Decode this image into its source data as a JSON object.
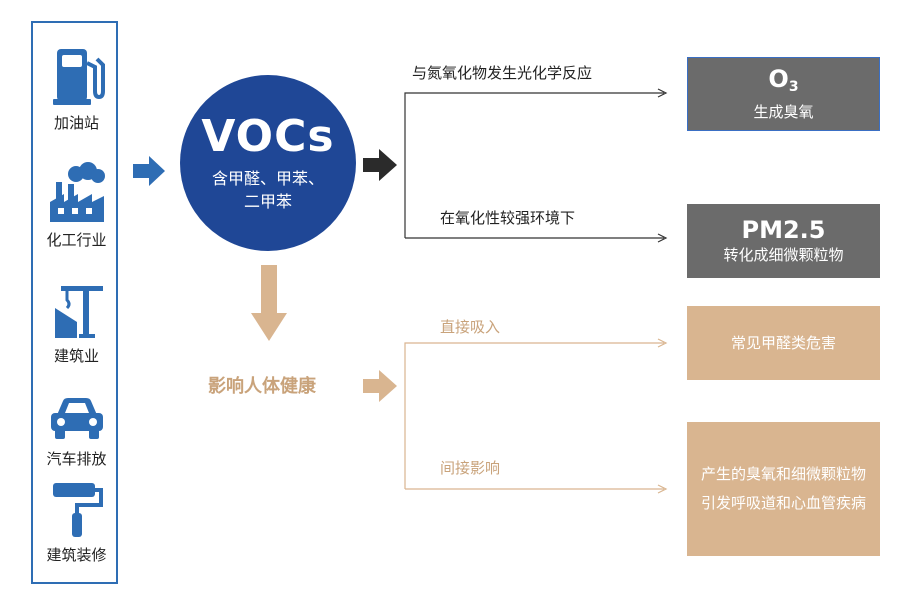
{
  "sources": [
    {
      "label": "加油站",
      "icon": "gas-pump-icon"
    },
    {
      "label": "化工行业",
      "icon": "factory-icon"
    },
    {
      "label": "建筑业",
      "icon": "construction-crane-icon"
    },
    {
      "label": "汽车排放",
      "icon": "car-icon"
    },
    {
      "label": "建筑装修",
      "icon": "paint-roller-icon"
    }
  ],
  "voc": {
    "title": "VOCs",
    "subtitle_line1": "含甲醛、甲苯、",
    "subtitle_line2": "二甲苯"
  },
  "branches": {
    "upper_label": "与氮氧化物发生光化学反应",
    "lower_label": "在氧化性较强环境下"
  },
  "results": {
    "o3": {
      "symbol": "O",
      "subscript": "3",
      "text": "生成臭氧"
    },
    "pm": {
      "title": "PM2.5",
      "text": "转化成细微颗粒物"
    }
  },
  "health": {
    "label": "影响人体健康",
    "direct_label": "直接吸入",
    "indirect_label": "间接影响",
    "direct_result": "常见甲醛类危害",
    "indirect_result": "产生的臭氧和细微颗粒物引发呼吸道和心血管疾病"
  },
  "colors": {
    "blue": "#2e6db4",
    "navy": "#1f4796",
    "gray": "#6b6b6b",
    "tan": "#d9b590",
    "tan_text": "#c9a37b",
    "dark_arrow": "#2b2b2b"
  }
}
